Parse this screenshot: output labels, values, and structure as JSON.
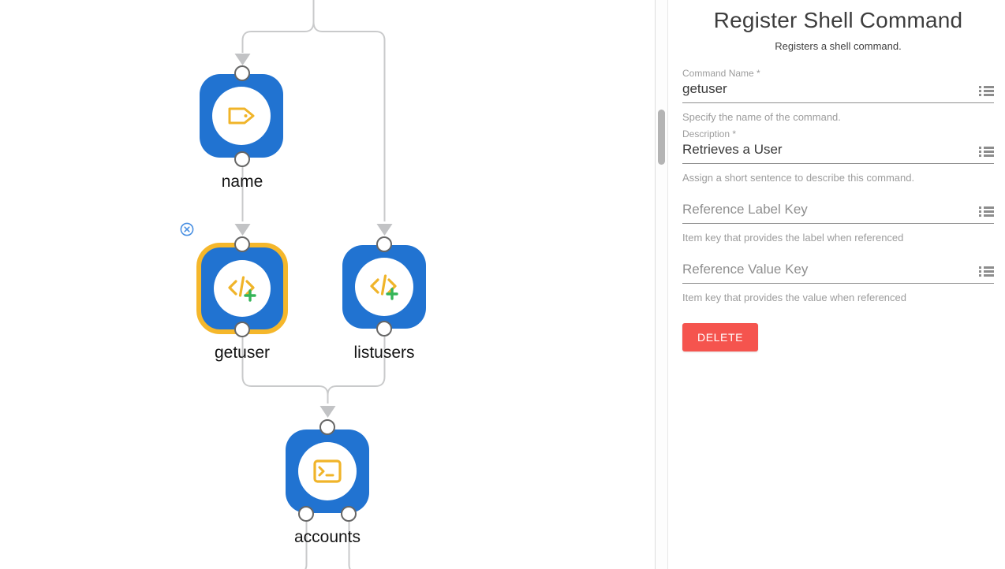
{
  "canvas": {
    "nodes": [
      {
        "id": "name",
        "label": "name",
        "icon": "tag-icon",
        "selected": false
      },
      {
        "id": "getuser",
        "label": "getuser",
        "icon": "code-plus-icon",
        "selected": true
      },
      {
        "id": "listusers",
        "label": "listusers",
        "icon": "code-plus-icon",
        "selected": false
      },
      {
        "id": "accounts",
        "label": "accounts",
        "icon": "terminal-icon",
        "selected": false
      }
    ],
    "colors": {
      "node_blue": "#2173d1",
      "selected_border_yellow": "#f5b72b",
      "icon_yellow": "#f0b429",
      "icon_green": "#35b558",
      "edge_gray": "#c9cacb",
      "close_blue": "#4a90e2"
    }
  },
  "panel": {
    "title": "Register Shell Command",
    "subtitle": "Registers a shell command.",
    "fields": [
      {
        "label": "Command Name *",
        "value": "getuser",
        "helper": "Specify the name of the command."
      },
      {
        "label": "Description *",
        "value": "Retrieves a User",
        "helper": "Assign a short sentence to describe this command."
      },
      {
        "placeholder": "Reference Label Key",
        "helper": "Item key that provides the label when referenced"
      },
      {
        "placeholder": "Reference Value Key",
        "helper": "Item key that provides the value when referenced"
      }
    ],
    "delete_button": "DELETE",
    "accent_red": "#f5544e"
  }
}
